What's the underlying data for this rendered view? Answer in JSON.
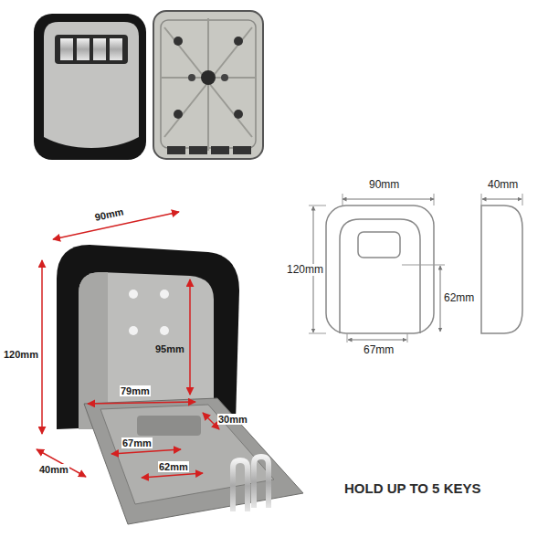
{
  "diagram": {
    "labels": [
      "90mm",
      "40mm",
      "120mm",
      "62mm",
      "67mm",
      "90mm",
      "120mm",
      "95mm",
      "79mm",
      "30mm",
      "67mm",
      "62mm",
      "40mm",
      "HOLD UP TO 5 KEYS"
    ]
  }
}
